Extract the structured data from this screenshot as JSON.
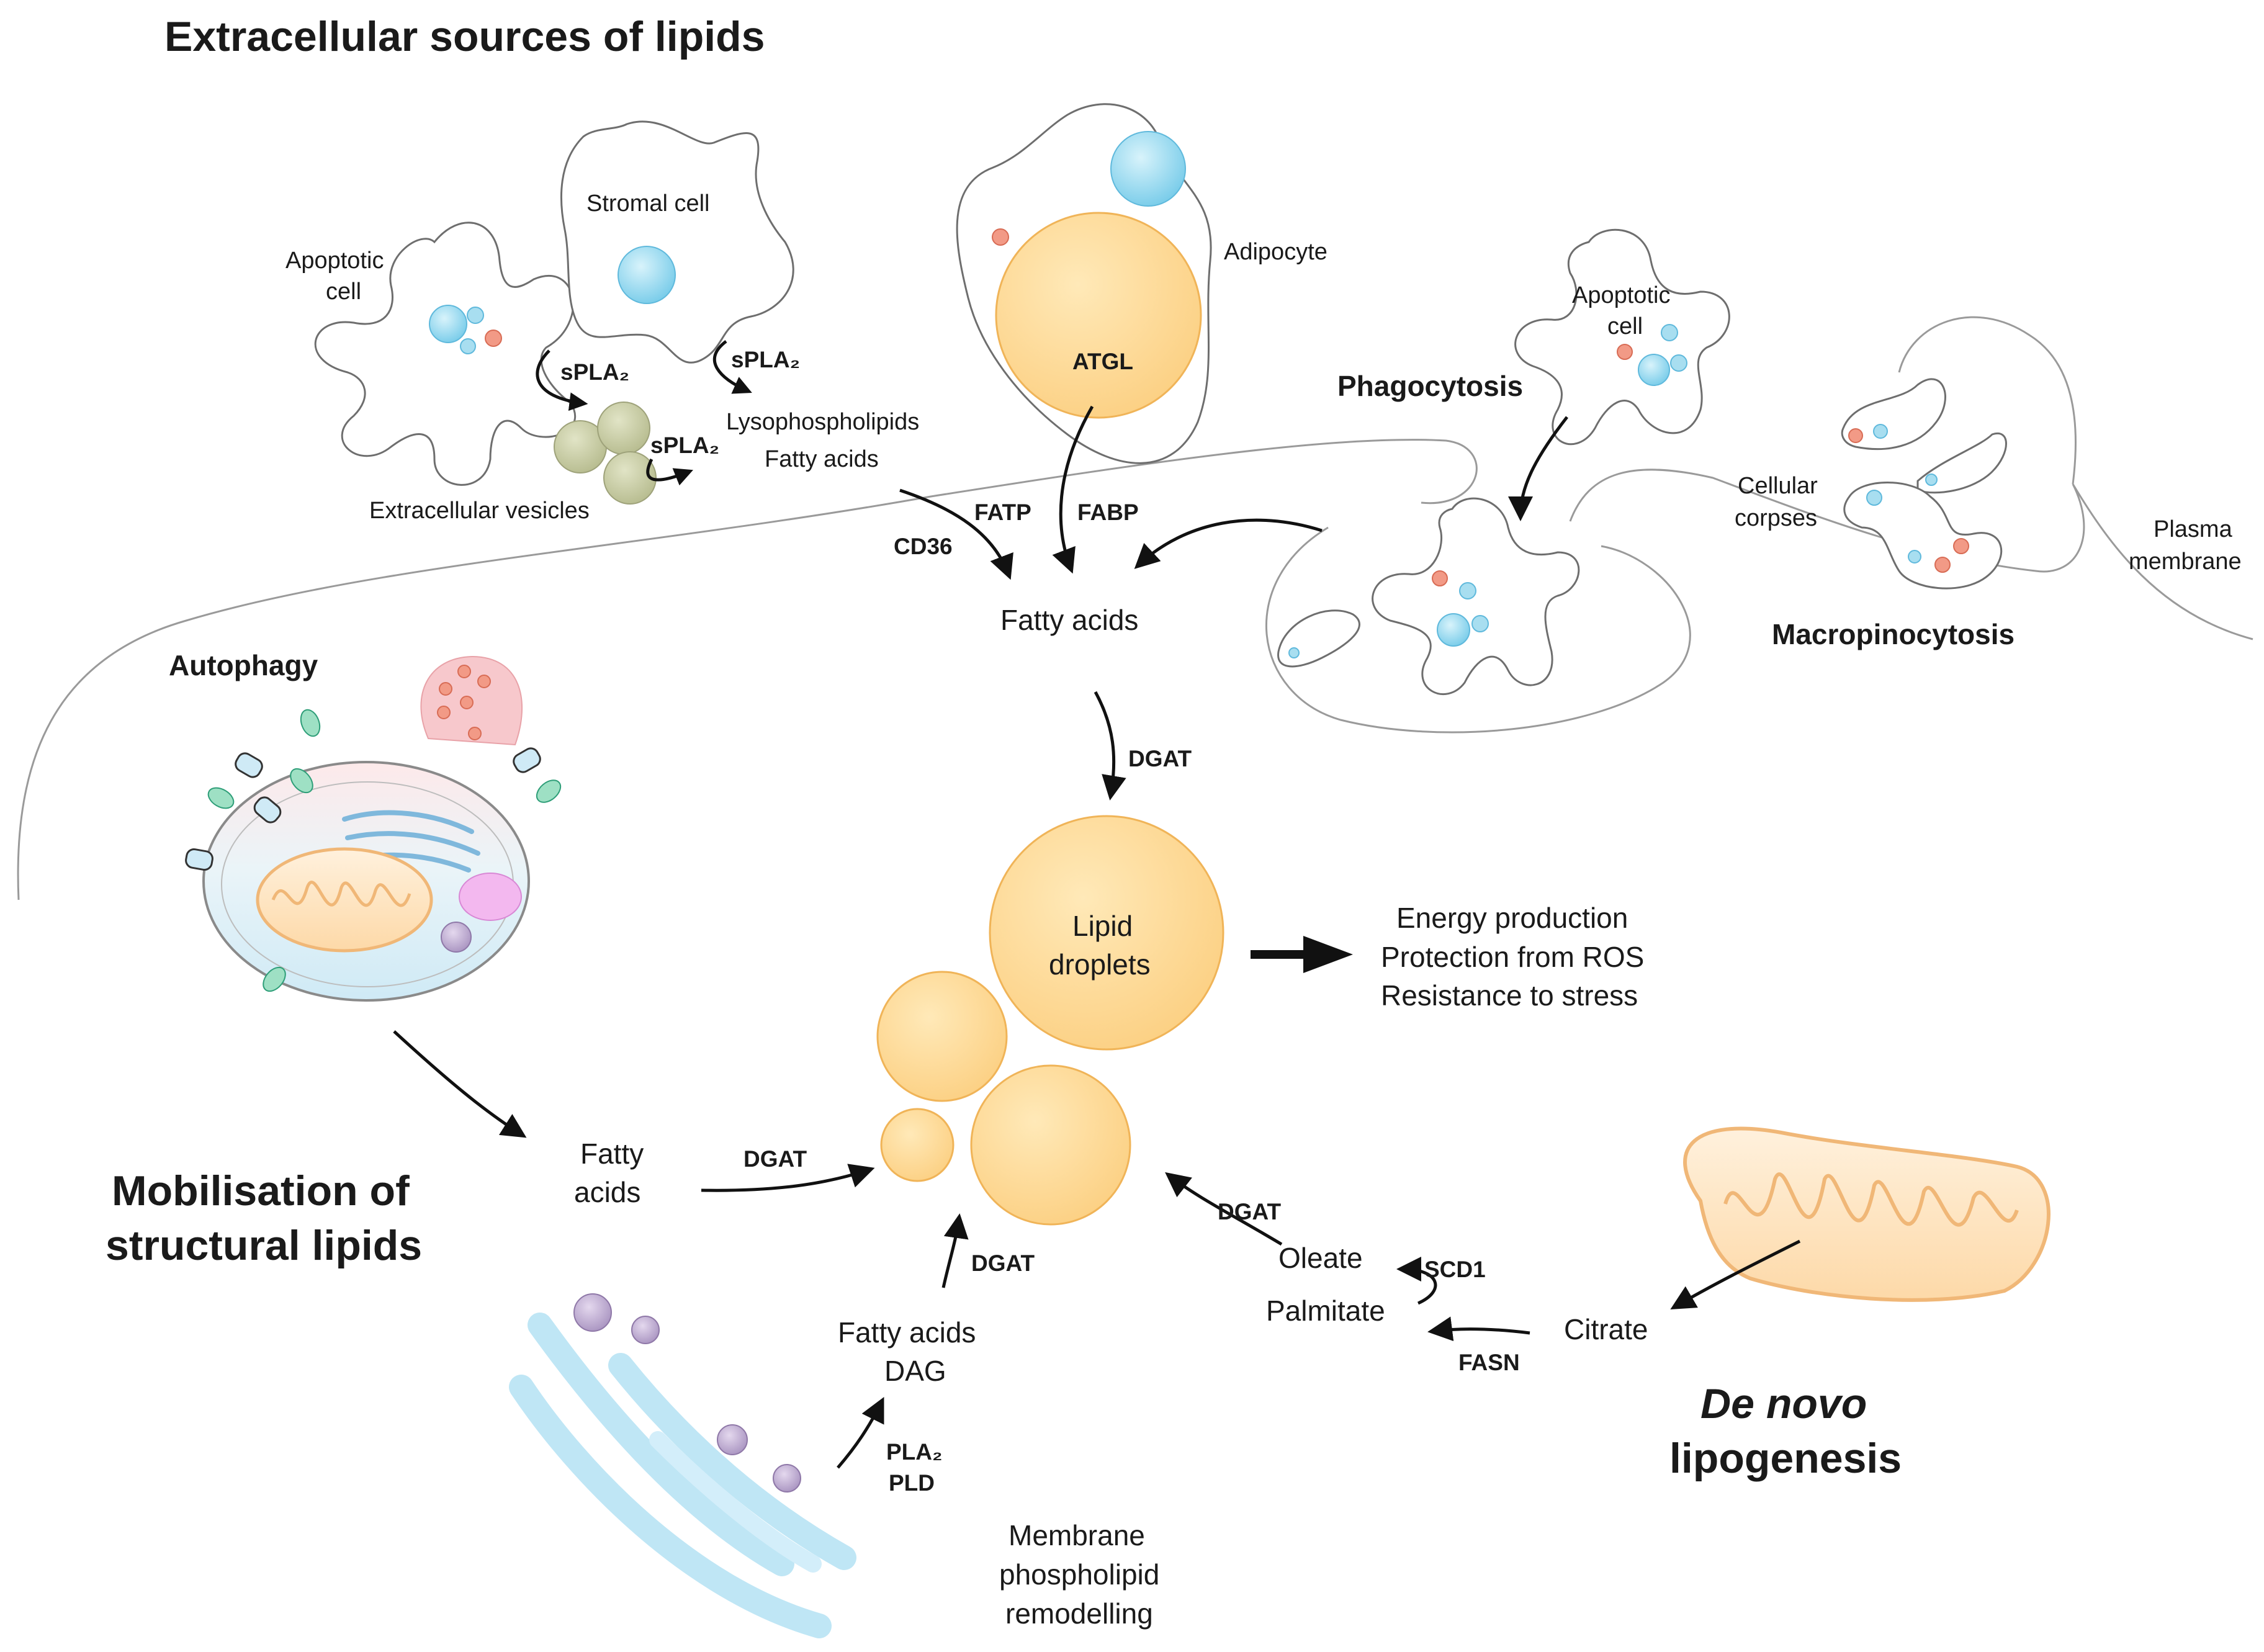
{
  "colors": {
    "lipid_fill": "#fdd68a",
    "lipid_stroke": "#f0b458",
    "nucleus": "#8fd6ee",
    "small_blue": "#a8def0",
    "small_red": "#f29a86",
    "vesicle_green": "#c4c9a0",
    "golgi_blue": "#bfe6f5",
    "golgi_vesicle": "#b9a8cc",
    "mito_fill": "#fde3c0",
    "mito_stroke": "#f0b777",
    "pink_bleb": "#f5b7bd",
    "magenta": "#f3b8ef",
    "arrow": "#111111",
    "membrane": "#9a9a9a"
  },
  "headings": {
    "extracellular": "Extracellular sources of lipids",
    "mobilisation_line1": "Mobilisation of",
    "mobilisation_line2": "structural lipids",
    "denovo_line1": "De novo",
    "denovo_line2": "lipogenesis"
  },
  "processes": {
    "phagocytosis": "Phagocytosis",
    "macropinocytosis": "Macropinocytosis",
    "autophagy": "Autophagy",
    "membrane_remodelling_line1": "Membrane",
    "membrane_remodelling_line2": "phospholipid",
    "membrane_remodelling_line3": "remodelling"
  },
  "cells": {
    "apoptotic_left_line1": "Apoptotic",
    "apoptotic_left_line2": "cell",
    "stromal": "Stromal cell",
    "adipocyte": "Adipocyte",
    "apoptotic_right_line1": "Apoptotic",
    "apoptotic_right_line2": "cell",
    "corpses_line1": "Cellular",
    "corpses_line2": "corpses",
    "plasma_membrane_line1": "Plasma",
    "plasma_membrane_line2": "membrane",
    "extracellular_vesicles": "Extracellular vesicles"
  },
  "metabolites": {
    "lysophospholipids": "Lysophospholipids",
    "fatty_acids_ext": "Fatty acids",
    "fatty_acids_center": "Fatty acids",
    "lipid_droplets_line1": "Lipid",
    "lipid_droplets_line2": "droplets",
    "fatty_acids_left_line1": "Fatty",
    "fatty_acids_left_line2": "acids",
    "fatty_acids_dag_line1": "Fatty acids",
    "fatty_acids_dag_line2": "DAG",
    "oleate": "Oleate",
    "palmitate": "Palmitate",
    "citrate": "Citrate"
  },
  "enzymes": {
    "spla2_a": "sPLA₂",
    "spla2_b": "sPLA₂",
    "spla2_c": "sPLA₂",
    "atgl": "ATGL",
    "fatp": "FATP",
    "fabp": "FABP",
    "cd36": "CD36",
    "dgat_top": "DGAT",
    "dgat_left": "DGAT",
    "dgat_bottom": "DGAT",
    "dgat_right": "DGAT",
    "scd1": "SCD1",
    "fasn": "FASN",
    "pla2": "PLA₂",
    "pld": "PLD"
  },
  "outcomes": {
    "line1": "Energy production",
    "line2": "Protection from ROS",
    "line3": "Resistance to stress"
  }
}
